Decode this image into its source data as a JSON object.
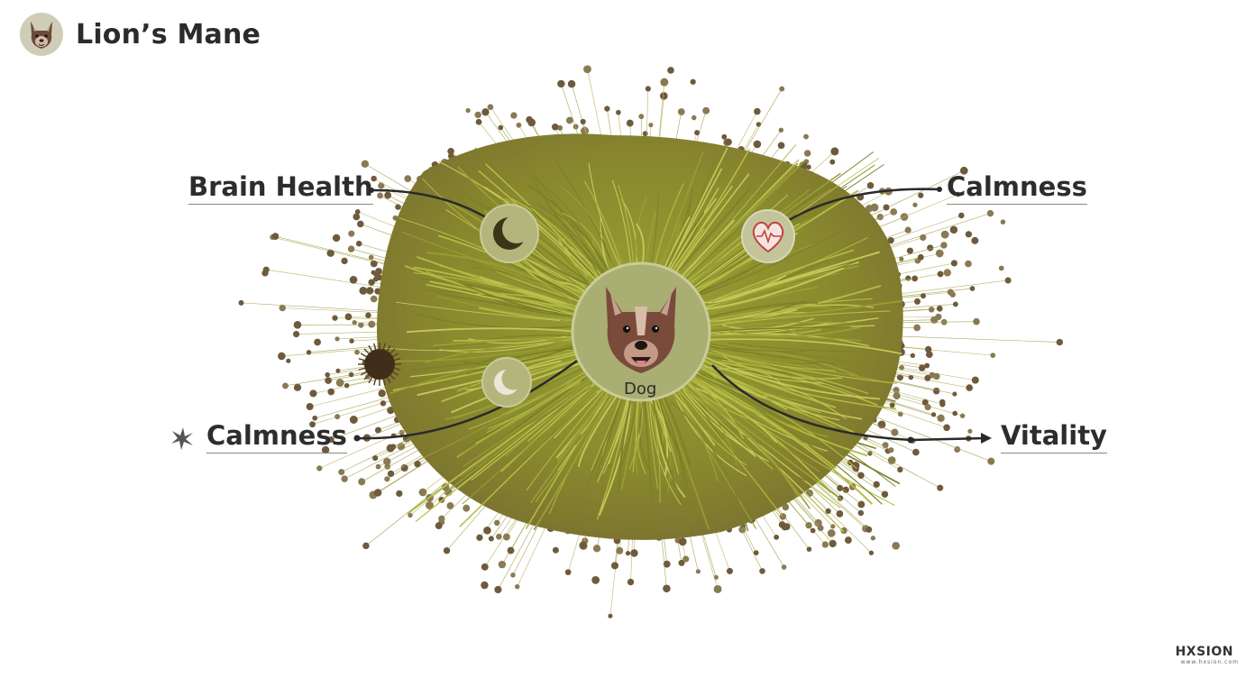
{
  "header": {
    "title": "Lion’s Mane",
    "avatar_icon": "dog-avatar-icon"
  },
  "center": {
    "label": "Dog",
    "icon": "dog-face-icon"
  },
  "labels": {
    "brain_health": "Brain Health",
    "calmness_right": "Calmness",
    "calmness_left": "Calmness",
    "vitality": "Vitality"
  },
  "icons": {
    "moon_large": "crescent-moon-icon",
    "moon_small": "crescent-moon-icon",
    "heart": "heart-pulse-icon",
    "spiky": "spiky-ball-icon",
    "spark": "spark-icon"
  },
  "watermark": {
    "main": "HXSION",
    "sub": "www.hxsion.com"
  },
  "colors": {
    "mushroom_body": "#8c8a2c",
    "strands": "#a8ac3a",
    "spores": "#6e5a3c",
    "icon_circle": "#a9ae72",
    "dog": "#7a4a3a"
  }
}
